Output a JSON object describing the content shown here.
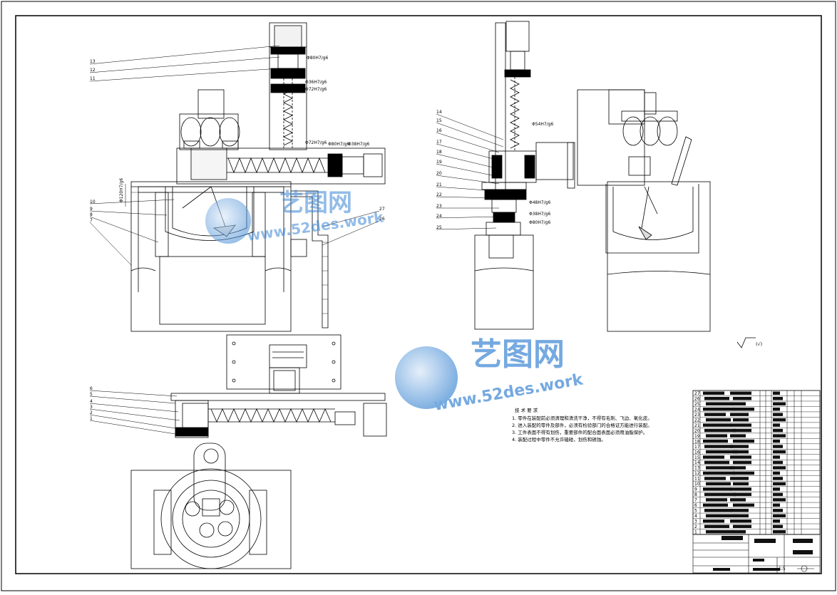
{
  "drawing": {
    "fits": {
      "fit_1": "Φ80H7/g6",
      "fit_2": "Φ36H7/g6",
      "fit_3": "Φ72H7/g6",
      "fit_4": "Φ72H7/g6",
      "fit_5": "Φ80H7/g6",
      "fit_6": "Φ38H7/g6",
      "fit_7": "Φ54H7/g6",
      "fit_8": "Φ48H7/g6",
      "fit_9": "Φ38H7/g6",
      "fit_10": "Φ80H7/g6"
    },
    "dim_vertical": "Φ120H7/g6",
    "surface_finish": "(√)",
    "left_view_callouts": [
      "13",
      "12",
      "11",
      "10",
      "9",
      "8",
      "7",
      "27",
      "26"
    ],
    "right_view_callouts": [
      "14",
      "15",
      "16",
      "17",
      "18",
      "19",
      "20",
      "21",
      "22",
      "23",
      "24",
      "25"
    ],
    "bottom_view_callouts": [
      "6",
      "5",
      "4",
      "3",
      "2",
      "1"
    ]
  },
  "tech_notes": {
    "title": "技 术 要 求",
    "items": [
      "1. 零件在装配前必须清理和清洗干净，不得有毛刺、飞边、氧化皮。",
      "2. 进入装配的零件及部件，必须有检验部门的合格证方能进行装配。",
      "3. 工件表面不得有划伤，重要部件的配合面表面必须用油脂保护。",
      "4. 装配过程中零件不允许磕碰，划伤和锈蚀。"
    ]
  },
  "bom": {
    "row_numbers": [
      "27",
      "26",
      "25",
      "24",
      "23",
      "22",
      "21",
      "20",
      "19",
      "18",
      "17",
      "16",
      "15",
      "14",
      "13",
      "12",
      "11",
      "10",
      "9",
      "8",
      "7",
      "6",
      "5",
      "4",
      "3",
      "2",
      "1"
    ]
  },
  "title_block": {
    "scale": "1:5"
  },
  "watermark": {
    "brand": "艺图网",
    "url": "www.52des.work"
  }
}
